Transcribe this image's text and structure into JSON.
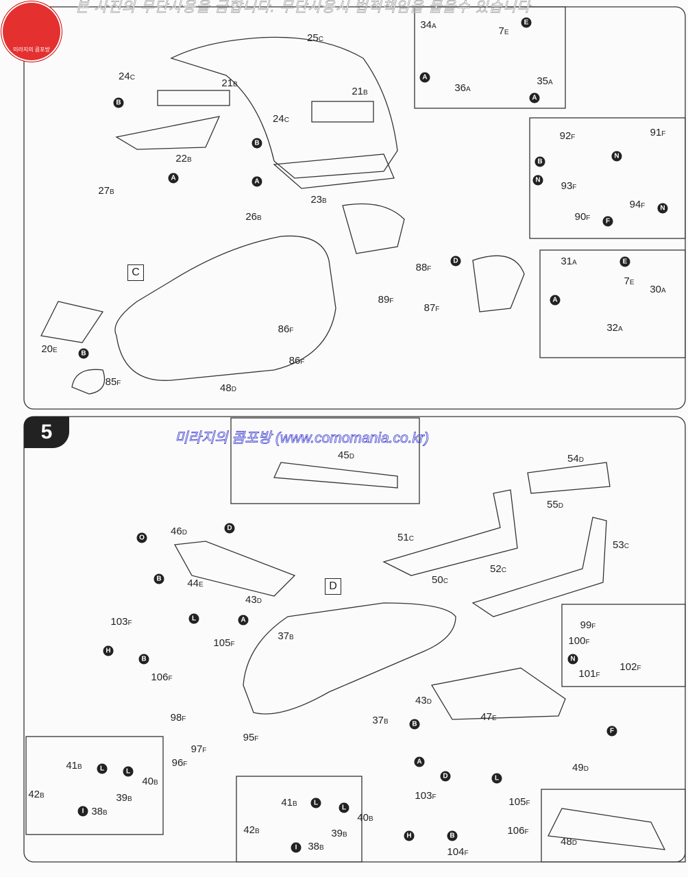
{
  "header_notice": "본 사진의 무단사용을 금합니다. 무단사용시 법적책임을 물을수 있습니다",
  "watermark": "미라지의 콤포방 (www.comomania.co.kr)",
  "logo_text": "미라지의 콤포방",
  "step_number": "5",
  "top_labels": [
    [
      "25",
      "C"
    ],
    [
      "34",
      "A"
    ],
    [
      "7",
      "E"
    ],
    [
      "36",
      "A"
    ],
    [
      "35",
      "A"
    ],
    [
      "24",
      "C"
    ],
    [
      "21",
      "B"
    ],
    [
      "21",
      "B"
    ],
    [
      "24",
      "C"
    ],
    [
      "22",
      "B"
    ],
    [
      "27",
      "B"
    ],
    [
      "23",
      "B"
    ],
    [
      "26",
      "B"
    ],
    [
      "92",
      "F"
    ],
    [
      "91",
      "F"
    ],
    [
      "93",
      "F"
    ],
    [
      "94",
      "F"
    ],
    [
      "90",
      "F"
    ],
    [
      "31",
      "A"
    ],
    [
      "7",
      "E"
    ],
    [
      "30",
      "A"
    ],
    [
      "32",
      "A"
    ],
    [
      "88",
      "F"
    ],
    [
      "89",
      "F"
    ],
    [
      "87",
      "F"
    ],
    [
      "86",
      "F"
    ],
    [
      "86",
      "F"
    ],
    [
      "20",
      "E"
    ],
    [
      "85",
      "F"
    ],
    [
      "48",
      "D"
    ]
  ],
  "bottom_labels": [
    [
      "45",
      "D"
    ],
    [
      "54",
      "D"
    ],
    [
      "55",
      "D"
    ],
    [
      "51",
      "C"
    ],
    [
      "53",
      "C"
    ],
    [
      "46",
      "D"
    ],
    [
      "52",
      "C"
    ],
    [
      "50",
      "C"
    ],
    [
      "44",
      "E"
    ],
    [
      "43",
      "D"
    ],
    [
      "103",
      "F"
    ],
    [
      "105",
      "F"
    ],
    [
      "37",
      "B"
    ],
    [
      "99",
      "F"
    ],
    [
      "100",
      "F"
    ],
    [
      "101",
      "F"
    ],
    [
      "102",
      "F"
    ],
    [
      "106",
      "F"
    ],
    [
      "43",
      "D"
    ],
    [
      "47",
      "E"
    ],
    [
      "98",
      "F"
    ],
    [
      "37",
      "B"
    ],
    [
      "95",
      "F"
    ],
    [
      "97",
      "F"
    ],
    [
      "96",
      "F"
    ],
    [
      "49",
      "D"
    ],
    [
      "105",
      "F"
    ],
    [
      "103",
      "F"
    ],
    [
      "106",
      "F"
    ],
    [
      "104",
      "F"
    ],
    [
      "48",
      "D"
    ],
    [
      "41",
      "B"
    ],
    [
      "40",
      "B"
    ],
    [
      "42",
      "B"
    ],
    [
      "39",
      "B"
    ],
    [
      "38",
      "B"
    ],
    [
      "41",
      "B"
    ],
    [
      "40",
      "B"
    ],
    [
      "42",
      "B"
    ],
    [
      "39",
      "B"
    ],
    [
      "38",
      "B"
    ]
  ],
  "markers": [
    "E",
    "A",
    "A",
    "B",
    "A",
    "A",
    "B",
    "N",
    "B",
    "N",
    "N",
    "F",
    "E",
    "A",
    "D",
    "B",
    "O",
    "D",
    "B",
    "A",
    "L",
    "H",
    "B",
    "N",
    "B",
    "F",
    "A",
    "D",
    "L",
    "H",
    "B",
    "L",
    "L",
    "I",
    "L",
    "L",
    "I"
  ],
  "boxed_letters": [
    "C",
    "D"
  ]
}
